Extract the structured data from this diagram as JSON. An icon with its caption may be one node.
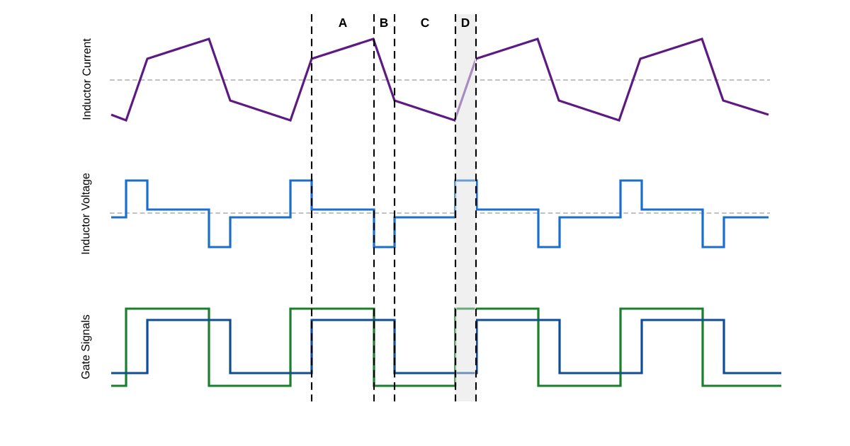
{
  "diagram": {
    "labels": [
      "A",
      "B",
      "C",
      "D",
      "Inductor Current",
      "Inductor Voltage",
      "Gate Signals"
    ]
  }
}
